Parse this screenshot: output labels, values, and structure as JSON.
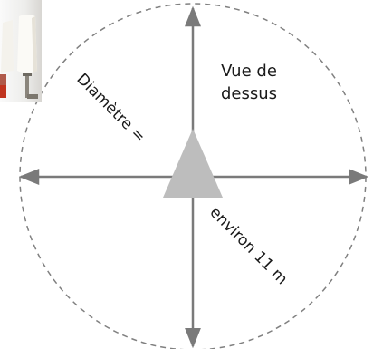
{
  "diagram": {
    "view_label_line1": "Vue de",
    "view_label_line2": "dessus",
    "diameter_label_left": "Diamètre =",
    "diameter_label_right": "environ 11 m"
  },
  "photo": {
    "icon": "wall-lamp-photo-icon"
  },
  "colors": {
    "axis": "#7a7a7a",
    "circle_dash": "#808080",
    "triangle": "#bdbdbd",
    "text": "#1a1a1a",
    "background": "#ffffff"
  }
}
